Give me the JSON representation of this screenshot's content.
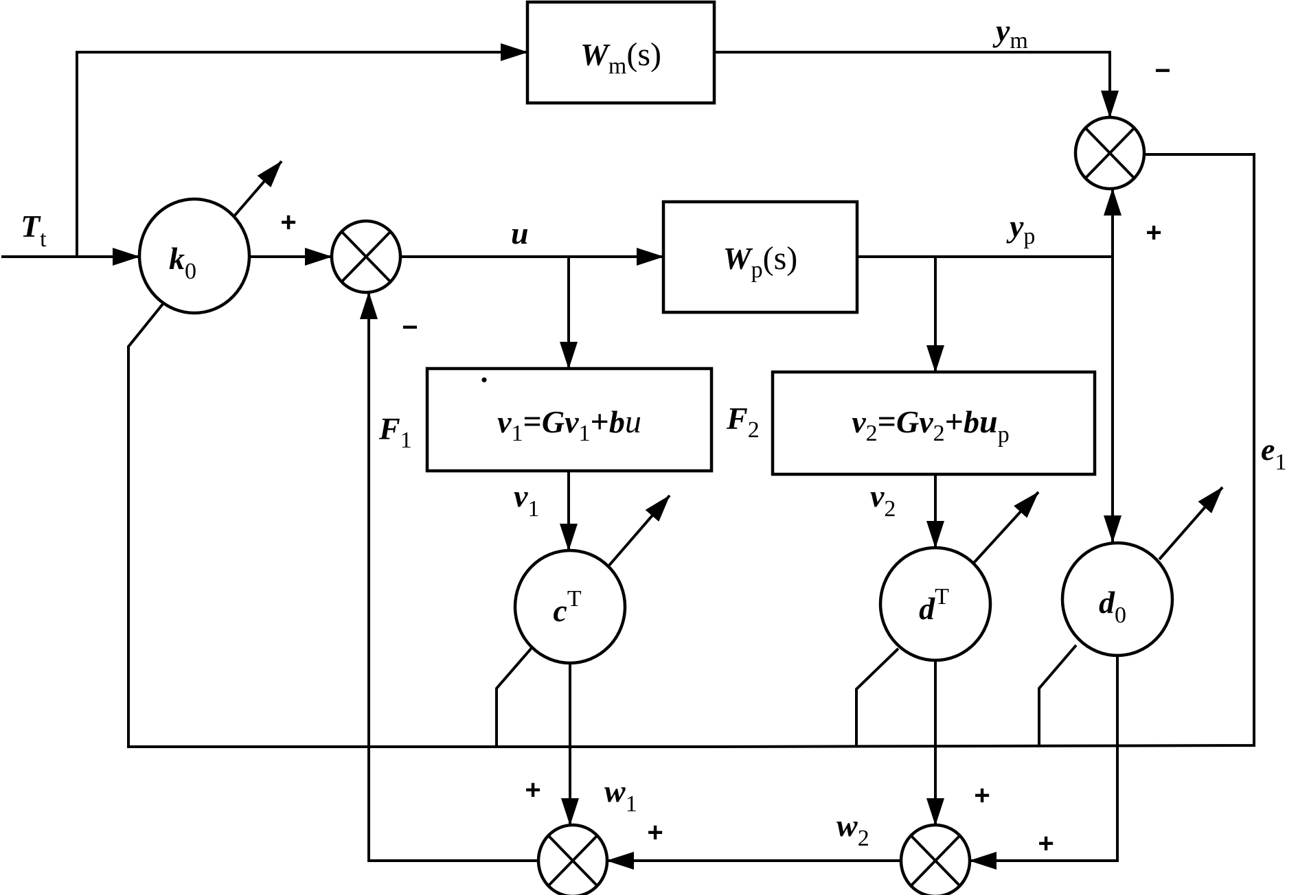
{
  "diagram": {
    "type": "block-diagram",
    "description": "Model reference adaptive control system with state variable filters",
    "blocks": {
      "reference_model": {
        "name": "W",
        "sub": "m",
        "arg": "(s)"
      },
      "plant": {
        "name": "W",
        "sub": "p",
        "arg": "(s)"
      },
      "filter1": {
        "label": "F",
        "label_sub": "1",
        "equation": {
          "lhs": "v",
          "lhs_sub": "1",
          "lhs_dot": "˙",
          "eq": "=",
          "g": "Gv",
          "g_sub": "1",
          "plus": "+",
          "b": "b",
          "u": "u",
          "u_sub": ""
        }
      },
      "filter2": {
        "label": "F",
        "label_sub": "2",
        "equation": {
          "lhs": "v",
          "lhs_sub": "2",
          "eq": "=",
          "g": "Gv",
          "g_sub": "2",
          "plus": "+",
          "b": "b",
          "u": "u",
          "u_sub": "p"
        }
      }
    },
    "gains": {
      "k0": {
        "name": "k",
        "sub": "0",
        "adjustable": true
      },
      "cT": {
        "name": "c",
        "sup": "T",
        "adjustable": true
      },
      "dT": {
        "name": "d",
        "sup": "T",
        "adjustable": true
      },
      "d0": {
        "name": "d",
        "sub": "0",
        "adjustable": true
      }
    },
    "signals": {
      "Tt": {
        "name": "T",
        "sub": "t"
      },
      "u": {
        "name": "u"
      },
      "ym": {
        "name": "y",
        "sub": "m"
      },
      "yp": {
        "name": "y",
        "sub": "p"
      },
      "e1": {
        "name": "e",
        "sub": "1"
      },
      "v1": {
        "name": "v",
        "sub": "1"
      },
      "v2": {
        "name": "v",
        "sub": "2"
      },
      "w1": {
        "name": "w",
        "sub": "1"
      },
      "w2": {
        "name": "w",
        "sub": "2"
      }
    },
    "junctions": {
      "error": {
        "top_sign": "−",
        "bottom_sign": "+"
      },
      "input": {
        "left_sign": "+",
        "bottom_sign": "−"
      },
      "w1": {
        "top_sign": "+",
        "right_sign": "+"
      },
      "w2": {
        "top_sign": "+",
        "right_sign": "+"
      }
    }
  }
}
